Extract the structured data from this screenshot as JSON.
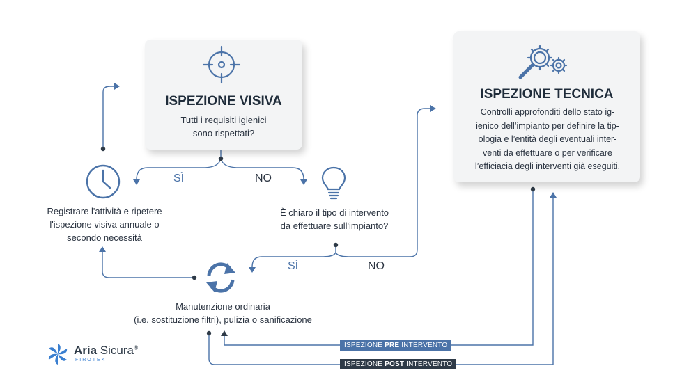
{
  "visual_inspection": {
    "title": "ISPEZIONE VISIVA",
    "question_line1": "Tutti i requisiti igienici",
    "question_line2": "sono rispettati?"
  },
  "technical_inspection": {
    "title": "ISPEZIONE TECNICA",
    "description": [
      "Controlli approfonditi dello stato ig-",
      "ienico dell’impianto per definire la tip-",
      "ologia e l’entità degli eventuali inter-",
      "venti da effettuare o per verificare",
      "l’efficiacia degli interventi già eseguiti."
    ]
  },
  "branches": {
    "yes1": "SÌ",
    "no1": "NO",
    "yes2": "SÌ",
    "no2": "NO"
  },
  "record": {
    "lines": [
      "Registrare l'attività e ripetere",
      "l'ispezione visiva annuale o",
      "secondo necessità"
    ]
  },
  "intervention_question": {
    "lines": [
      "È chiaro il tipo di intervento",
      "da effettuare sull'impianto?"
    ]
  },
  "maintenance": {
    "lines": [
      "Manutenzione ordinaria",
      "(i.e. sostituzione filtri), pulizia o sanificazione"
    ]
  },
  "tags": {
    "pre_prefix": "ISPEZIONE ",
    "pre_bold": "PRE",
    "pre_suffix": " INTERVENTO",
    "post_prefix": "ISPEZIONE ",
    "post_bold": "POST",
    "post_suffix": " INTERVENTO"
  },
  "brand": {
    "name_bold": "Aria",
    "name_regular": " Sicura",
    "registered": "®",
    "sub": "FIROTEK"
  },
  "colors": {
    "accent_blue": "#4b73a8",
    "dark": "#2e3a47",
    "card_bg": "#f3f4f5"
  },
  "icons": [
    "target-icon",
    "gears-magnifier-icon",
    "clock-icon",
    "lightbulb-icon",
    "refresh-arrows-icon",
    "brand-pinwheel-icon"
  ]
}
